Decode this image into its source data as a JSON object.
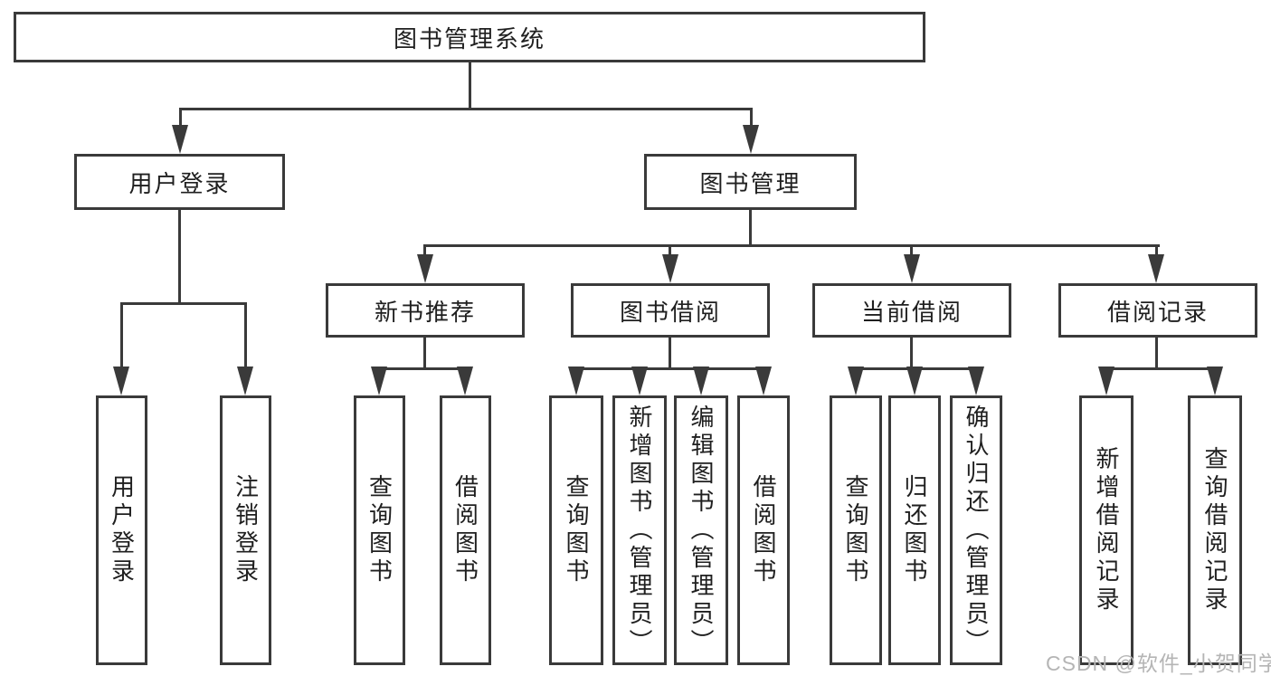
{
  "diagram": {
    "title": "图书管理系统",
    "branches": [
      {
        "label": "用户登录",
        "children": [
          "用户登录",
          "注销登录"
        ]
      },
      {
        "label": "图书管理",
        "sections": [
          {
            "label": "新书推荐",
            "children": [
              "查询图书",
              "借阅图书"
            ]
          },
          {
            "label": "图书借阅",
            "children": [
              "查询图书",
              "新增图书（管理员）",
              "编辑图书（管理员）",
              "借阅图书"
            ]
          },
          {
            "label": "当前借阅",
            "children": [
              "查询图书",
              "归还图书",
              "确认归还（管理员）"
            ]
          },
          {
            "label": "借阅记录",
            "children": [
              "新增借阅记录",
              "查询借阅记录"
            ]
          }
        ]
      }
    ]
  },
  "watermark": {
    "text": "CSDN @软件_小贺同学"
  },
  "colors": {
    "stroke": "#3a3a3a",
    "text": "#1f1f1f",
    "watermark": "#b5b5b5",
    "background": "#ffffff"
  }
}
